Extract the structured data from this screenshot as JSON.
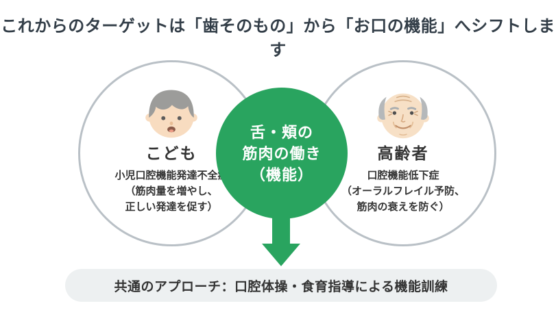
{
  "title": "これからのターゲットは「歯そのもの」から「お口の機能」へシフトします",
  "left_circle": {
    "icon": "child-face-icon",
    "label": "こども",
    "condition": "小児口腔機能発達不全症",
    "note_line1": "（筋肉量を増やし、",
    "note_line2": "正しい発達を促す）"
  },
  "center_circle": {
    "line1": "舌・頬の",
    "line2": "筋肉の働き",
    "line3": "（機能）"
  },
  "right_circle": {
    "icon": "elderly-face-icon",
    "label": "高齢者",
    "condition": "口腔機能低下症",
    "note_line1": "（オーラルフレイル予防、",
    "note_line2": "筋肉の衰えを防ぐ）"
  },
  "arrow": {
    "icon": "down-arrow-icon"
  },
  "footer": {
    "label": "共通のアプローチ：口腔体操・食育指導による機能訓練"
  },
  "colors": {
    "accent_green": "#29a45f",
    "circle_border": "#b9c0c6",
    "title_text": "#333e48",
    "body_text": "#333333",
    "footer_bg": "#edf0f1"
  }
}
